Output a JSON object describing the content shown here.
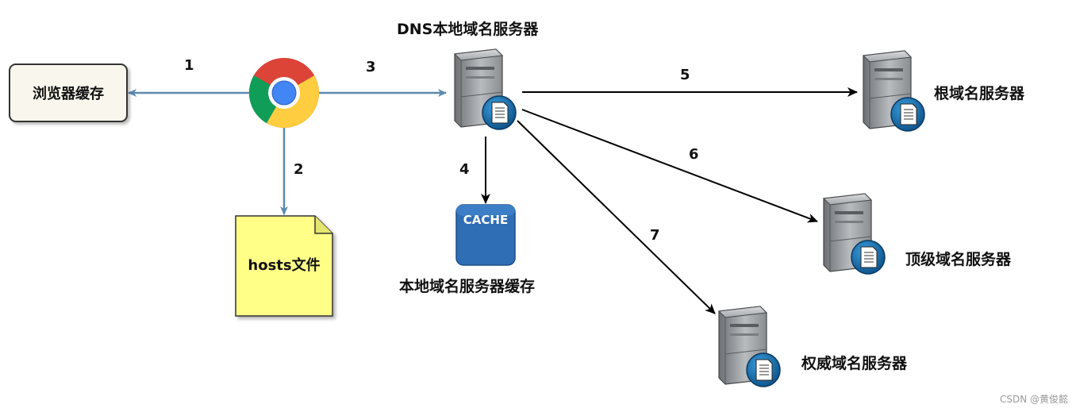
{
  "nodes": {
    "browser_cache": "浏览器缓存",
    "hosts_file": "hosts文件",
    "local_dns": "DNS本地域名服务器",
    "local_dns_cache": "本地域名服务器缓存",
    "cache_icon_text": "CACHE",
    "root_server": "根域名服务器",
    "tld_server": "顶级域名服务器",
    "auth_server": "权威域名服务器"
  },
  "steps": [
    "1",
    "2",
    "3",
    "4",
    "5",
    "6",
    "7"
  ],
  "icons": {
    "browser": "chrome-icon",
    "server": "server-icon",
    "cache": "cache-icon",
    "file": "file-icon"
  },
  "colors": {
    "blue_arrow": "#5b8ab0",
    "black_arrow": "#000000",
    "hosts_fill": "#ffff88",
    "cache_fill": "#2f6db5",
    "browser_box_fill": "#f9f7ed"
  },
  "watermark": "CSDN @黄俊懿"
}
